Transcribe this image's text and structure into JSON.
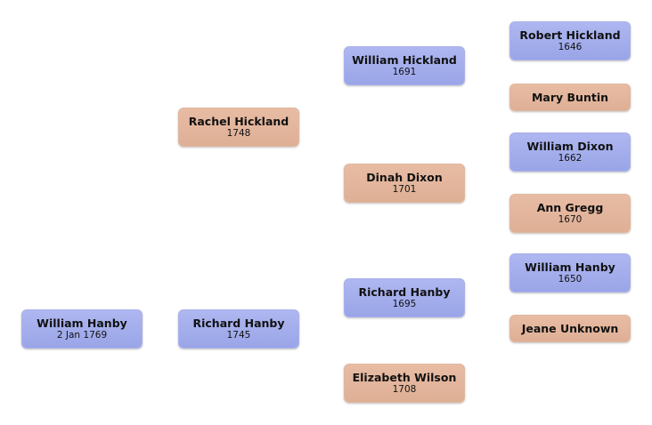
{
  "tree": {
    "root": {
      "name": "William Hanby",
      "date": "2 Jan 1769"
    },
    "father": {
      "name": "Richard Hanby",
      "date": "1745"
    },
    "mother": {
      "name": "Rachel Hickland",
      "date": "1748"
    },
    "paternal_grandfather": {
      "name": "Richard Hanby",
      "date": "1695"
    },
    "paternal_grandmother": {
      "name": "Elizabeth Wilson",
      "date": "1708"
    },
    "maternal_grandfather": {
      "name": "William Hickland",
      "date": "1691"
    },
    "maternal_grandmother": {
      "name": "Dinah Dixon",
      "date": "1701"
    },
    "paternal_grandfathers_father": {
      "name": "William Hanby",
      "date": "1650"
    },
    "paternal_grandfathers_mother": {
      "name": "Jeane Unknown",
      "date": ""
    },
    "maternal_grandfathers_father": {
      "name": "Robert Hickland",
      "date": "1646"
    },
    "maternal_grandfathers_mother": {
      "name": "Mary Buntin",
      "date": ""
    },
    "maternal_grandmothers_father": {
      "name": "William Dixon",
      "date": "1662"
    },
    "maternal_grandmothers_mother": {
      "name": "Ann Gregg",
      "date": "1670"
    }
  },
  "colors": {
    "male": "#a3adec",
    "female": "#e3b59b"
  }
}
